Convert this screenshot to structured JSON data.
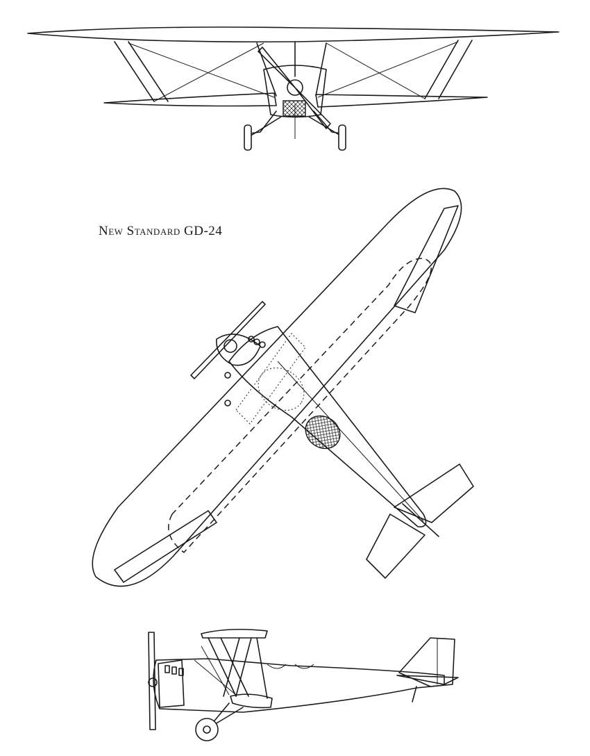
{
  "caption": {
    "title": "New Standard GD-24"
  },
  "views": {
    "front": {
      "name": "front-view",
      "colors": {
        "line": "#1a1a1a",
        "paper": "#ffffff"
      }
    },
    "plan": {
      "name": "plan-view"
    },
    "side": {
      "name": "side-view"
    }
  }
}
